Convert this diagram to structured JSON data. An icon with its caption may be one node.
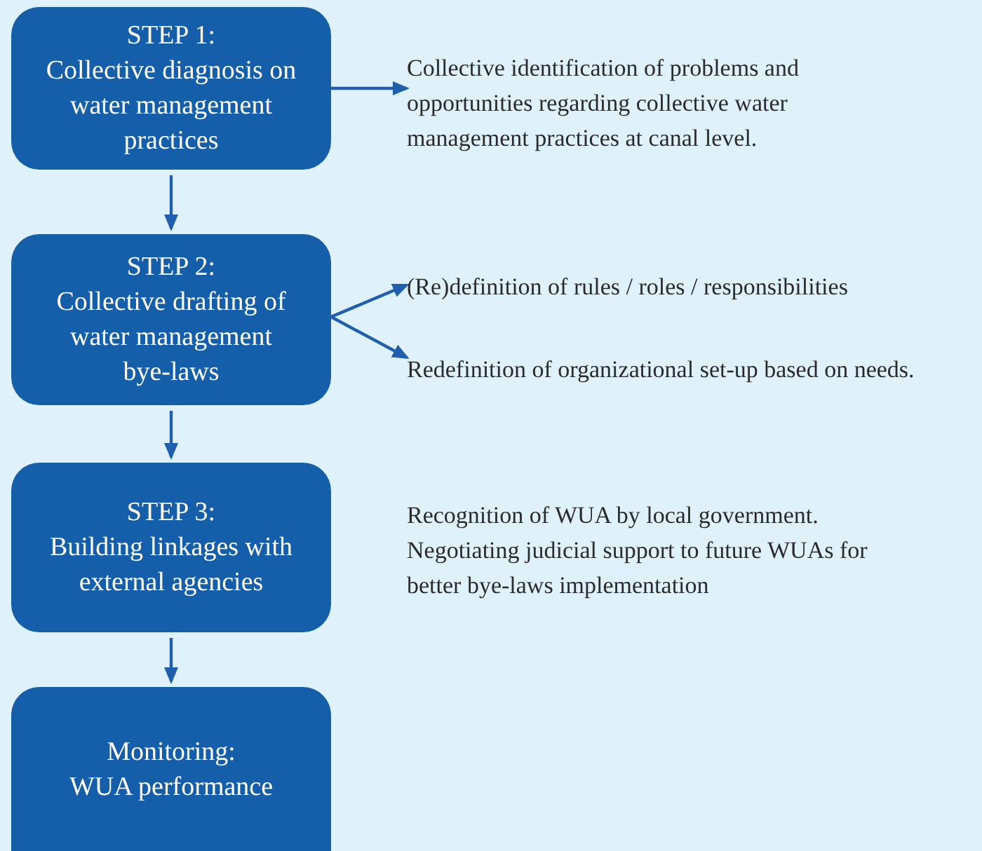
{
  "diagram": {
    "nodes": [
      {
        "text": [
          "STEP 1:",
          "Collective diagnosis on water management practices"
        ]
      },
      {
        "text": [
          "STEP 2:",
          "Collective drafting of water management bye-laws"
        ]
      },
      {
        "text": [
          "STEP 3:",
          "Building linkages with external agencies"
        ]
      },
      {
        "text": [
          "Monitoring:",
          "WUA performance"
        ]
      },
      {
        "text": [
          "Collective  identification of problems and opportunities regarding collective water management practices at canal level."
        ]
      },
      {
        "text": [
          "(Re)definition of rules / roles / responsibilities"
        ]
      },
      {
        "text": [
          "Redefinition of organizational set-up based on needs."
        ]
      }
    ],
    "edges": [
      {
        "from": 0,
        "to": 1,
        "arrow": "to"
      },
      {
        "from": 1,
        "to": 2,
        "arrow": "to"
      },
      {
        "from": 2,
        "to": 3,
        "arrow": "to"
      },
      {
        "from": 0,
        "to": 4,
        "arrow": "to"
      },
      {
        "from": 1,
        "to": 5,
        "arrow": "to"
      },
      {
        "from": 1,
        "to": 6,
        "arrow": "to"
      }
    ],
    "labels": [
      "Recognition of WUA by local government. Negotiating judicial support to future WUAs for better bye-laws implementation"
    ]
  }
}
